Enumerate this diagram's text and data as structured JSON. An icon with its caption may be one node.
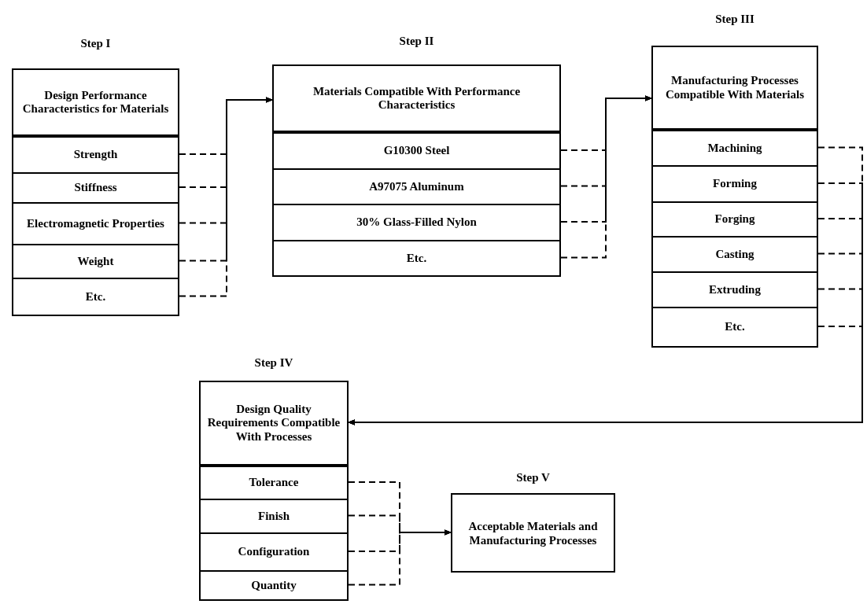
{
  "diagram": {
    "nodes": [
      {
        "text": [
          "Step I",
          "Design Performance Characteristics for Materials"
        ]
      },
      {
        "text": [
          "Strength"
        ],
        "in": 0
      },
      {
        "text": [
          "Stiffness"
        ],
        "in": 0
      },
      {
        "text": [
          "Electromagnetic Properties"
        ],
        "in": 0
      },
      {
        "text": [
          "Weight"
        ],
        "in": 0
      },
      {
        "text": [
          "Etc."
        ],
        "in": 0
      },
      {
        "text": [
          "Step II",
          "Materials Compatible With Performance Characteristics"
        ]
      },
      {
        "text": [
          "G10300 Steel"
        ],
        "in": 6
      },
      {
        "text": [
          "A97075 Aluminum"
        ],
        "in": 6
      },
      {
        "text": [
          "30% Glass-Filled Nylon"
        ],
        "in": 6
      },
      {
        "text": [
          "Etc."
        ],
        "in": 6
      },
      {
        "text": [
          "Step III",
          "Manufacturing Processes Compatible With Materials"
        ]
      },
      {
        "text": [
          "Machining"
        ],
        "in": 11
      },
      {
        "text": [
          "Forming"
        ],
        "in": 11
      },
      {
        "text": [
          "Forging"
        ],
        "in": 11
      },
      {
        "text": [
          "Casting"
        ],
        "in": 11
      },
      {
        "text": [
          "Extruding"
        ],
        "in": 11
      },
      {
        "text": [
          "Etc."
        ],
        "in": 11
      },
      {
        "text": [
          "Step IV",
          "Design Quality Requirements Compatible With Processes"
        ]
      },
      {
        "text": [
          "Tolerance"
        ],
        "in": 18
      },
      {
        "text": [
          "Finish"
        ],
        "in": 18
      },
      {
        "text": [
          "Configuration"
        ],
        "in": 18
      },
      {
        "text": [
          "Quantity"
        ],
        "in": 18
      },
      {
        "text": [
          "Step V",
          "Acceptable Materials and Manufacturing Processes"
        ]
      }
    ],
    "edges": [
      {
        "from": 1,
        "to": 6,
        "arrow": "to",
        "style": "dashed"
      },
      {
        "from": 2,
        "to": 6,
        "arrow": "to",
        "style": "dashed"
      },
      {
        "from": 3,
        "to": 6,
        "arrow": "to",
        "style": "dashed"
      },
      {
        "from": 4,
        "to": 6,
        "arrow": "to",
        "style": "dashed"
      },
      {
        "from": 5,
        "to": 6,
        "arrow": "to",
        "style": "dashed"
      },
      {
        "from": 7,
        "to": 11,
        "arrow": "to",
        "style": "dashed"
      },
      {
        "from": 8,
        "to": 11,
        "arrow": "to",
        "style": "dashed"
      },
      {
        "from": 9,
        "to": 11,
        "arrow": "to",
        "style": "dashed"
      },
      {
        "from": 10,
        "to": 11,
        "arrow": "to",
        "style": "dashed"
      },
      {
        "from": 12,
        "to": 18,
        "arrow": "to",
        "style": "dashed"
      },
      {
        "from": 13,
        "to": 18,
        "arrow": "to",
        "style": "dashed"
      },
      {
        "from": 14,
        "to": 18,
        "arrow": "to",
        "style": "dashed"
      },
      {
        "from": 15,
        "to": 18,
        "arrow": "to",
        "style": "dashed"
      },
      {
        "from": 16,
        "to": 18,
        "arrow": "to",
        "style": "dashed"
      },
      {
        "from": 17,
        "to": 18,
        "arrow": "to",
        "style": "dashed"
      },
      {
        "from": 19,
        "to": 23,
        "arrow": "to",
        "style": "dashed"
      },
      {
        "from": 20,
        "to": 23,
        "arrow": "to",
        "style": "dashed"
      },
      {
        "from": 21,
        "to": 23,
        "arrow": "to",
        "style": "dashed"
      },
      {
        "from": 22,
        "to": 23,
        "arrow": "to",
        "style": "dashed"
      }
    ]
  }
}
